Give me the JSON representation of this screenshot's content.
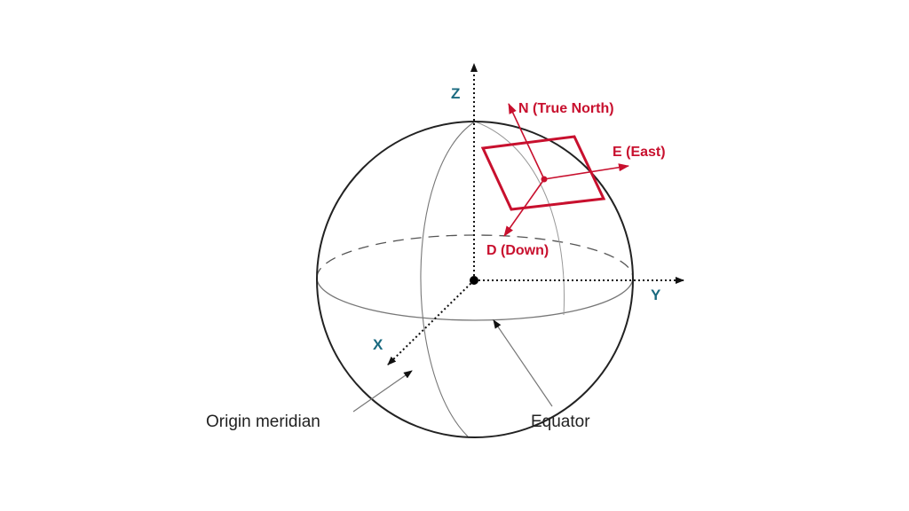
{
  "axes": {
    "z": "Z",
    "y": "Y",
    "x": "X"
  },
  "ned": {
    "north": "N (True North)",
    "east": "E (East)",
    "down": "D (Down)"
  },
  "captions": {
    "meridian": "Origin meridian",
    "equator": "Equator"
  },
  "colors": {
    "ned": "#c8102e",
    "axis_label": "#1a6a80",
    "sphere": "#222222",
    "grid": "#888888"
  }
}
